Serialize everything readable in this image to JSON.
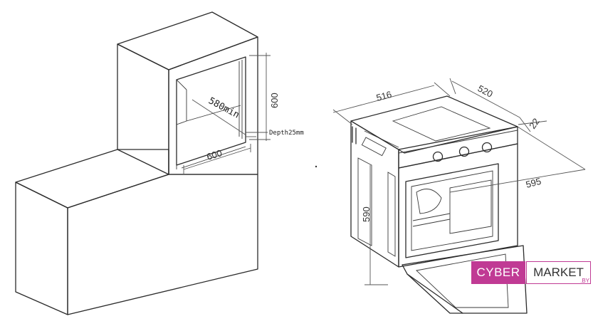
{
  "cabinet": {
    "height": "600",
    "width": "600",
    "depth_min": "580min",
    "depth_gap": "Depth25mm"
  },
  "oven": {
    "width": "595",
    "height": "590",
    "depth_body": "516",
    "depth_total": "520",
    "front": "22"
  },
  "logo": {
    "cyber": "CYBER",
    "market": "MARKET",
    "domain": ".BY"
  },
  "colors": {
    "brand": "#c03a94",
    "line": "#2b2b2b"
  }
}
